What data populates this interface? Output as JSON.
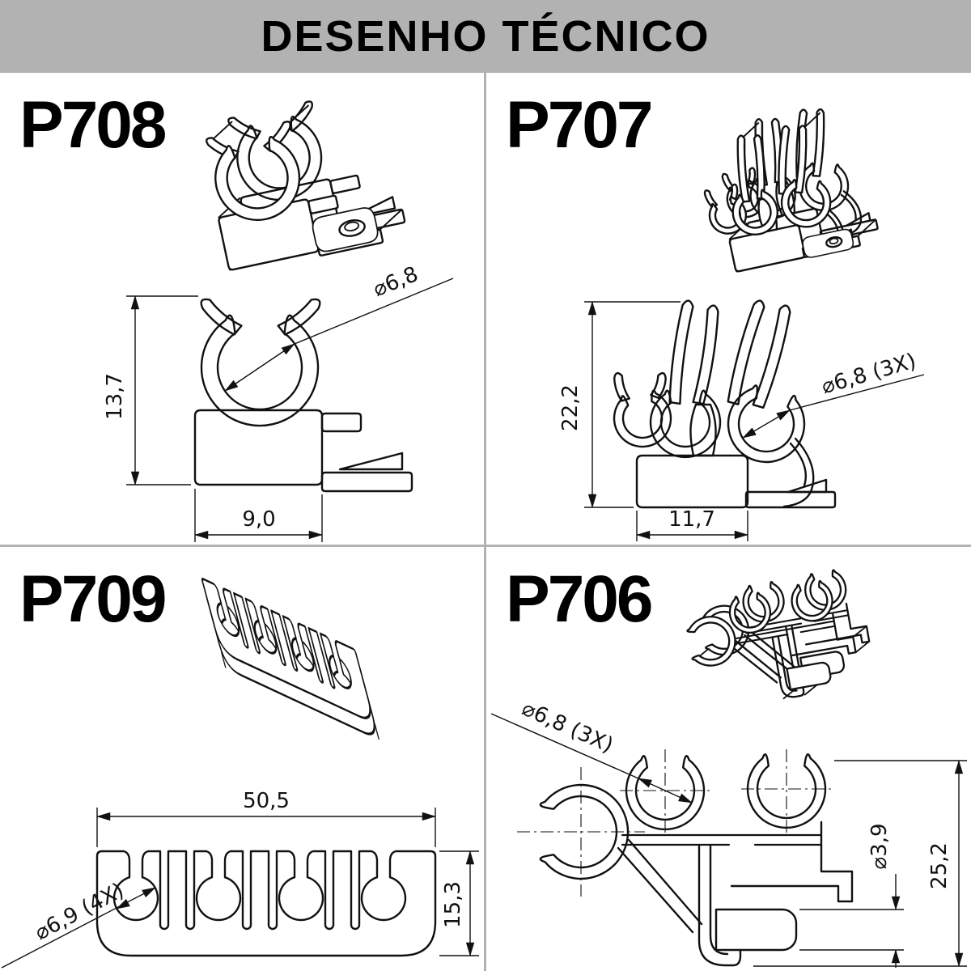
{
  "header": {
    "title": "DESENHO TÉCNICO"
  },
  "colors": {
    "header_bg": "#b2b2b2",
    "divider": "#b2b2b2",
    "line": "#111111",
    "panel_bg": "#ffffff"
  },
  "parts": [
    {
      "code": "P708",
      "dims": {
        "height": "13,7",
        "width": "9,0",
        "diameter": "⌀6,8"
      }
    },
    {
      "code": "P707",
      "dims": {
        "height": "22,2",
        "width": "11,7",
        "diameter": "⌀6,8 (3X)"
      }
    },
    {
      "code": "P709",
      "dims": {
        "width": "50,5",
        "height": "15,3",
        "diameter": "⌀6,9 (4X)"
      }
    },
    {
      "code": "P706",
      "dims": {
        "height": "25,2",
        "diameter": "⌀6,8 (3X)",
        "pin_diameter": "⌀3,9"
      }
    }
  ]
}
